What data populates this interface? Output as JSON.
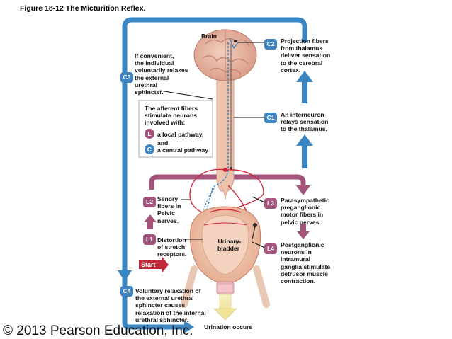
{
  "title": "Figure 18-12  The Micturition Reflex.",
  "labels": {
    "brain": "Brain",
    "c3_text": "If convenient,\n the individual\nvoluntarily relaxes\nthe external\nurethral\nsphincter.",
    "afferent_text": "The afferent fibers\nstimulate neurons\ninvolved with:",
    "local_pathway": "a local pathway,",
    "and": "and",
    "central_pathway": "a central pathway",
    "c2_text": "Projection fibers\nfrom thalamus\ndeliver sensation\nto the cerebral\ncortex.",
    "c1_text": "An interneuron\nrelays sensation\nto the thalamus.",
    "l2_text": "Senory\nfibers in\nPelvic\nnerves.",
    "l1_text": "Distortion\nof stretch\nreceptors.",
    "start": "Start",
    "bladder": "Urinary\nbladder",
    "l3_text": "Parasympathetic\npreganglionic\nmotor fibers in\npelvic nerves.",
    "l4_text": "Postganglionic\nneurons in\nIntramural\nganglia stimulate\ndetrusor muscle\ncontraction.",
    "c4_text": "Voluntary relaxation of\nthe external urethral\nsphincter causes\nrelaxation of the internal\nurethral sphincter.",
    "urination": "Urination occurs",
    "copyright": "© 2013 Pearson Education, Inc."
  },
  "badges": {
    "c1": "C1",
    "c2": "C2",
    "c3": "C3",
    "c4": "C4",
    "l1": "L1",
    "l2": "L2",
    "l3": "L3",
    "l4": "L4",
    "l": "L",
    "c": "C"
  },
  "colors": {
    "blue": "#3a86c3",
    "badge_blue": "#3f83c0",
    "purple": "#a4537a",
    "brain": "#e9b7a2",
    "cord": "#edc3ae",
    "red_nerve": "#d0203a",
    "ureter_yellow": "#f4ecae"
  }
}
